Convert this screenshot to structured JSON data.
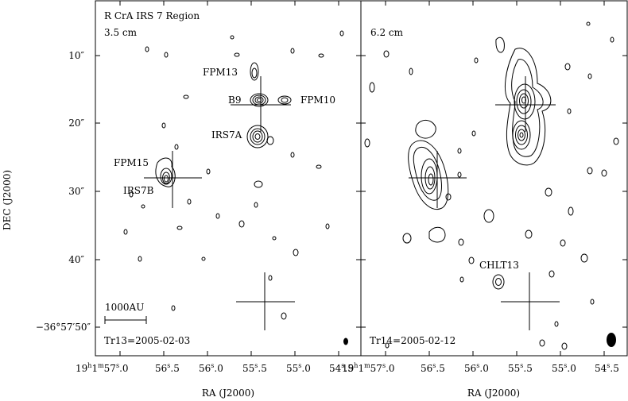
{
  "y_axis_label": "DEC (J2000)",
  "x_axis_label": "RA (J2000)",
  "y_ticks": [
    "10″",
    "20″",
    "30″",
    "40″",
    "−36°57′50″"
  ],
  "panels": [
    {
      "title": "R CrA IRS 7 Region",
      "band": "3.5 cm",
      "epoch": "Tr13=2005-02-03",
      "scalebar": "1000AU",
      "sources": [
        "FPM13",
        "B9",
        "FPM10",
        "IRS7A",
        "FPM15",
        "IRS7B"
      ],
      "x_ticks": [
        "19h1m57s.0",
        "56s.5",
        "56s.0",
        "55s.5",
        "55s.0",
        "54s.5"
      ]
    },
    {
      "band": "6.2 cm",
      "epoch": "Tr14=2005-02-12",
      "sources": [
        "CHLT13"
      ],
      "x_ticks": [
        "19h1m57s.0",
        "56s.5",
        "56s.0",
        "55s.5",
        "55s.0",
        "54s.5"
      ]
    }
  ]
}
